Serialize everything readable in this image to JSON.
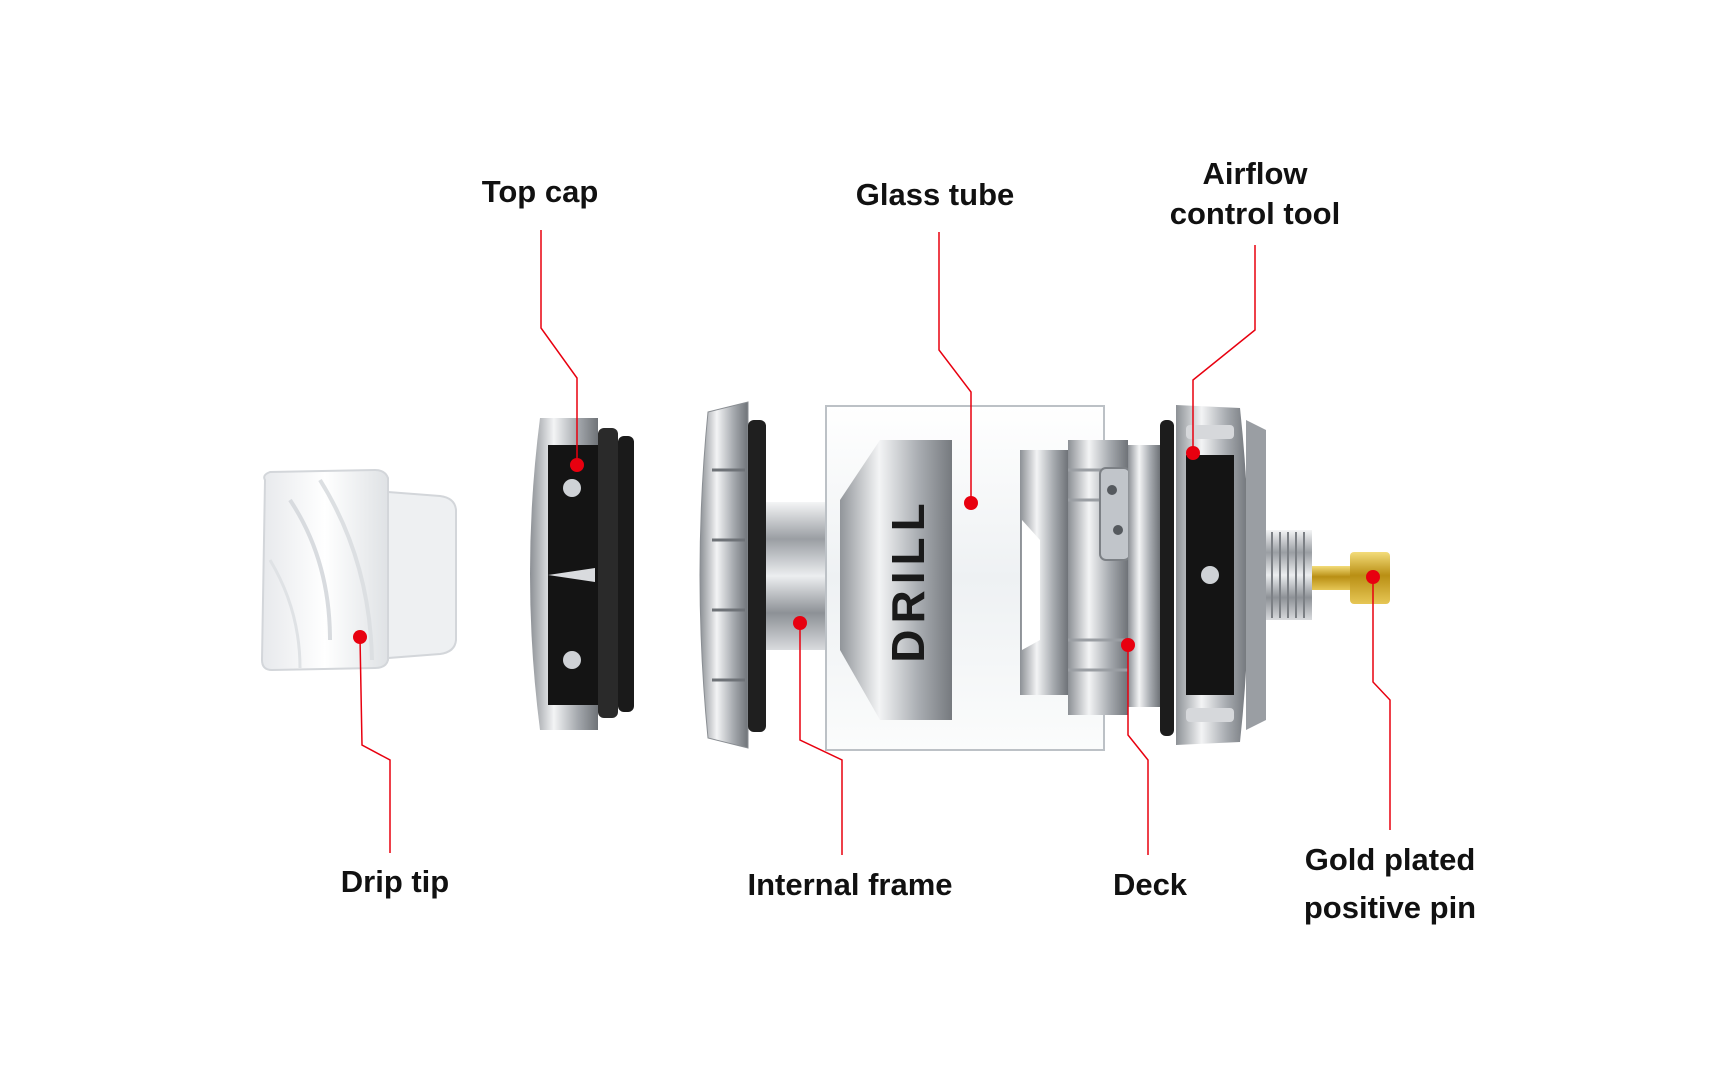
{
  "colors": {
    "leader": "#e8000f",
    "dot": "#e8000f",
    "steel": "#c9ccd0",
    "black_band": "#141414",
    "glass": "#eef2f4",
    "gold": "#c8a21e",
    "drip_tip": "#f2f3f5"
  },
  "parts": [
    {
      "id": "drip-tip",
      "line1": "Drip tip",
      "line2": ""
    },
    {
      "id": "top-cap",
      "line1": "Top cap",
      "line2": ""
    },
    {
      "id": "glass-tube",
      "line1": "Glass tube",
      "line2": ""
    },
    {
      "id": "airflow-control-tool",
      "line1": "Airflow",
      "line2": "control tool"
    },
    {
      "id": "internal-frame",
      "line1": "Internal frame",
      "line2": ""
    },
    {
      "id": "deck",
      "line1": "Deck",
      "line2": ""
    },
    {
      "id": "gold-plated-positive-pin",
      "line1": "Gold plated",
      "line2": "positive pin"
    }
  ],
  "product_marking": "DRILL"
}
